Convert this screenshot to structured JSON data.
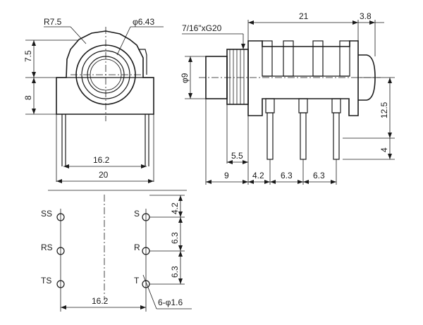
{
  "front_view": {
    "radius_label": "R7.5",
    "diameter_label": "φ6.43",
    "dim_top_height": "7.5",
    "dim_body_height": "8",
    "dim_pin_span": "16.2",
    "dim_total_width": "20"
  },
  "side_view": {
    "thread_label": "7/16\"xG20",
    "dim_length": "21",
    "dim_tip": "3.8",
    "dim_diameter": "φ9",
    "dim_pin_height": "12.5",
    "dim_pin_tail": "4",
    "dim_sleeve": "5.5",
    "dim_nose": "9",
    "dim_pitch_a": "4.2",
    "dim_pitch_b": "6.3",
    "dim_pitch_c": "6.3"
  },
  "pcb_layout": {
    "left_pins": [
      "SS",
      "RS",
      "TS"
    ],
    "right_pins": [
      "S",
      "R",
      "T"
    ],
    "dim_pitch_a": "4.2",
    "dim_pitch_b": "6.3",
    "dim_pitch_c": "6.3",
    "dim_span": "16.2",
    "hole_note": "6-φ1.6"
  }
}
